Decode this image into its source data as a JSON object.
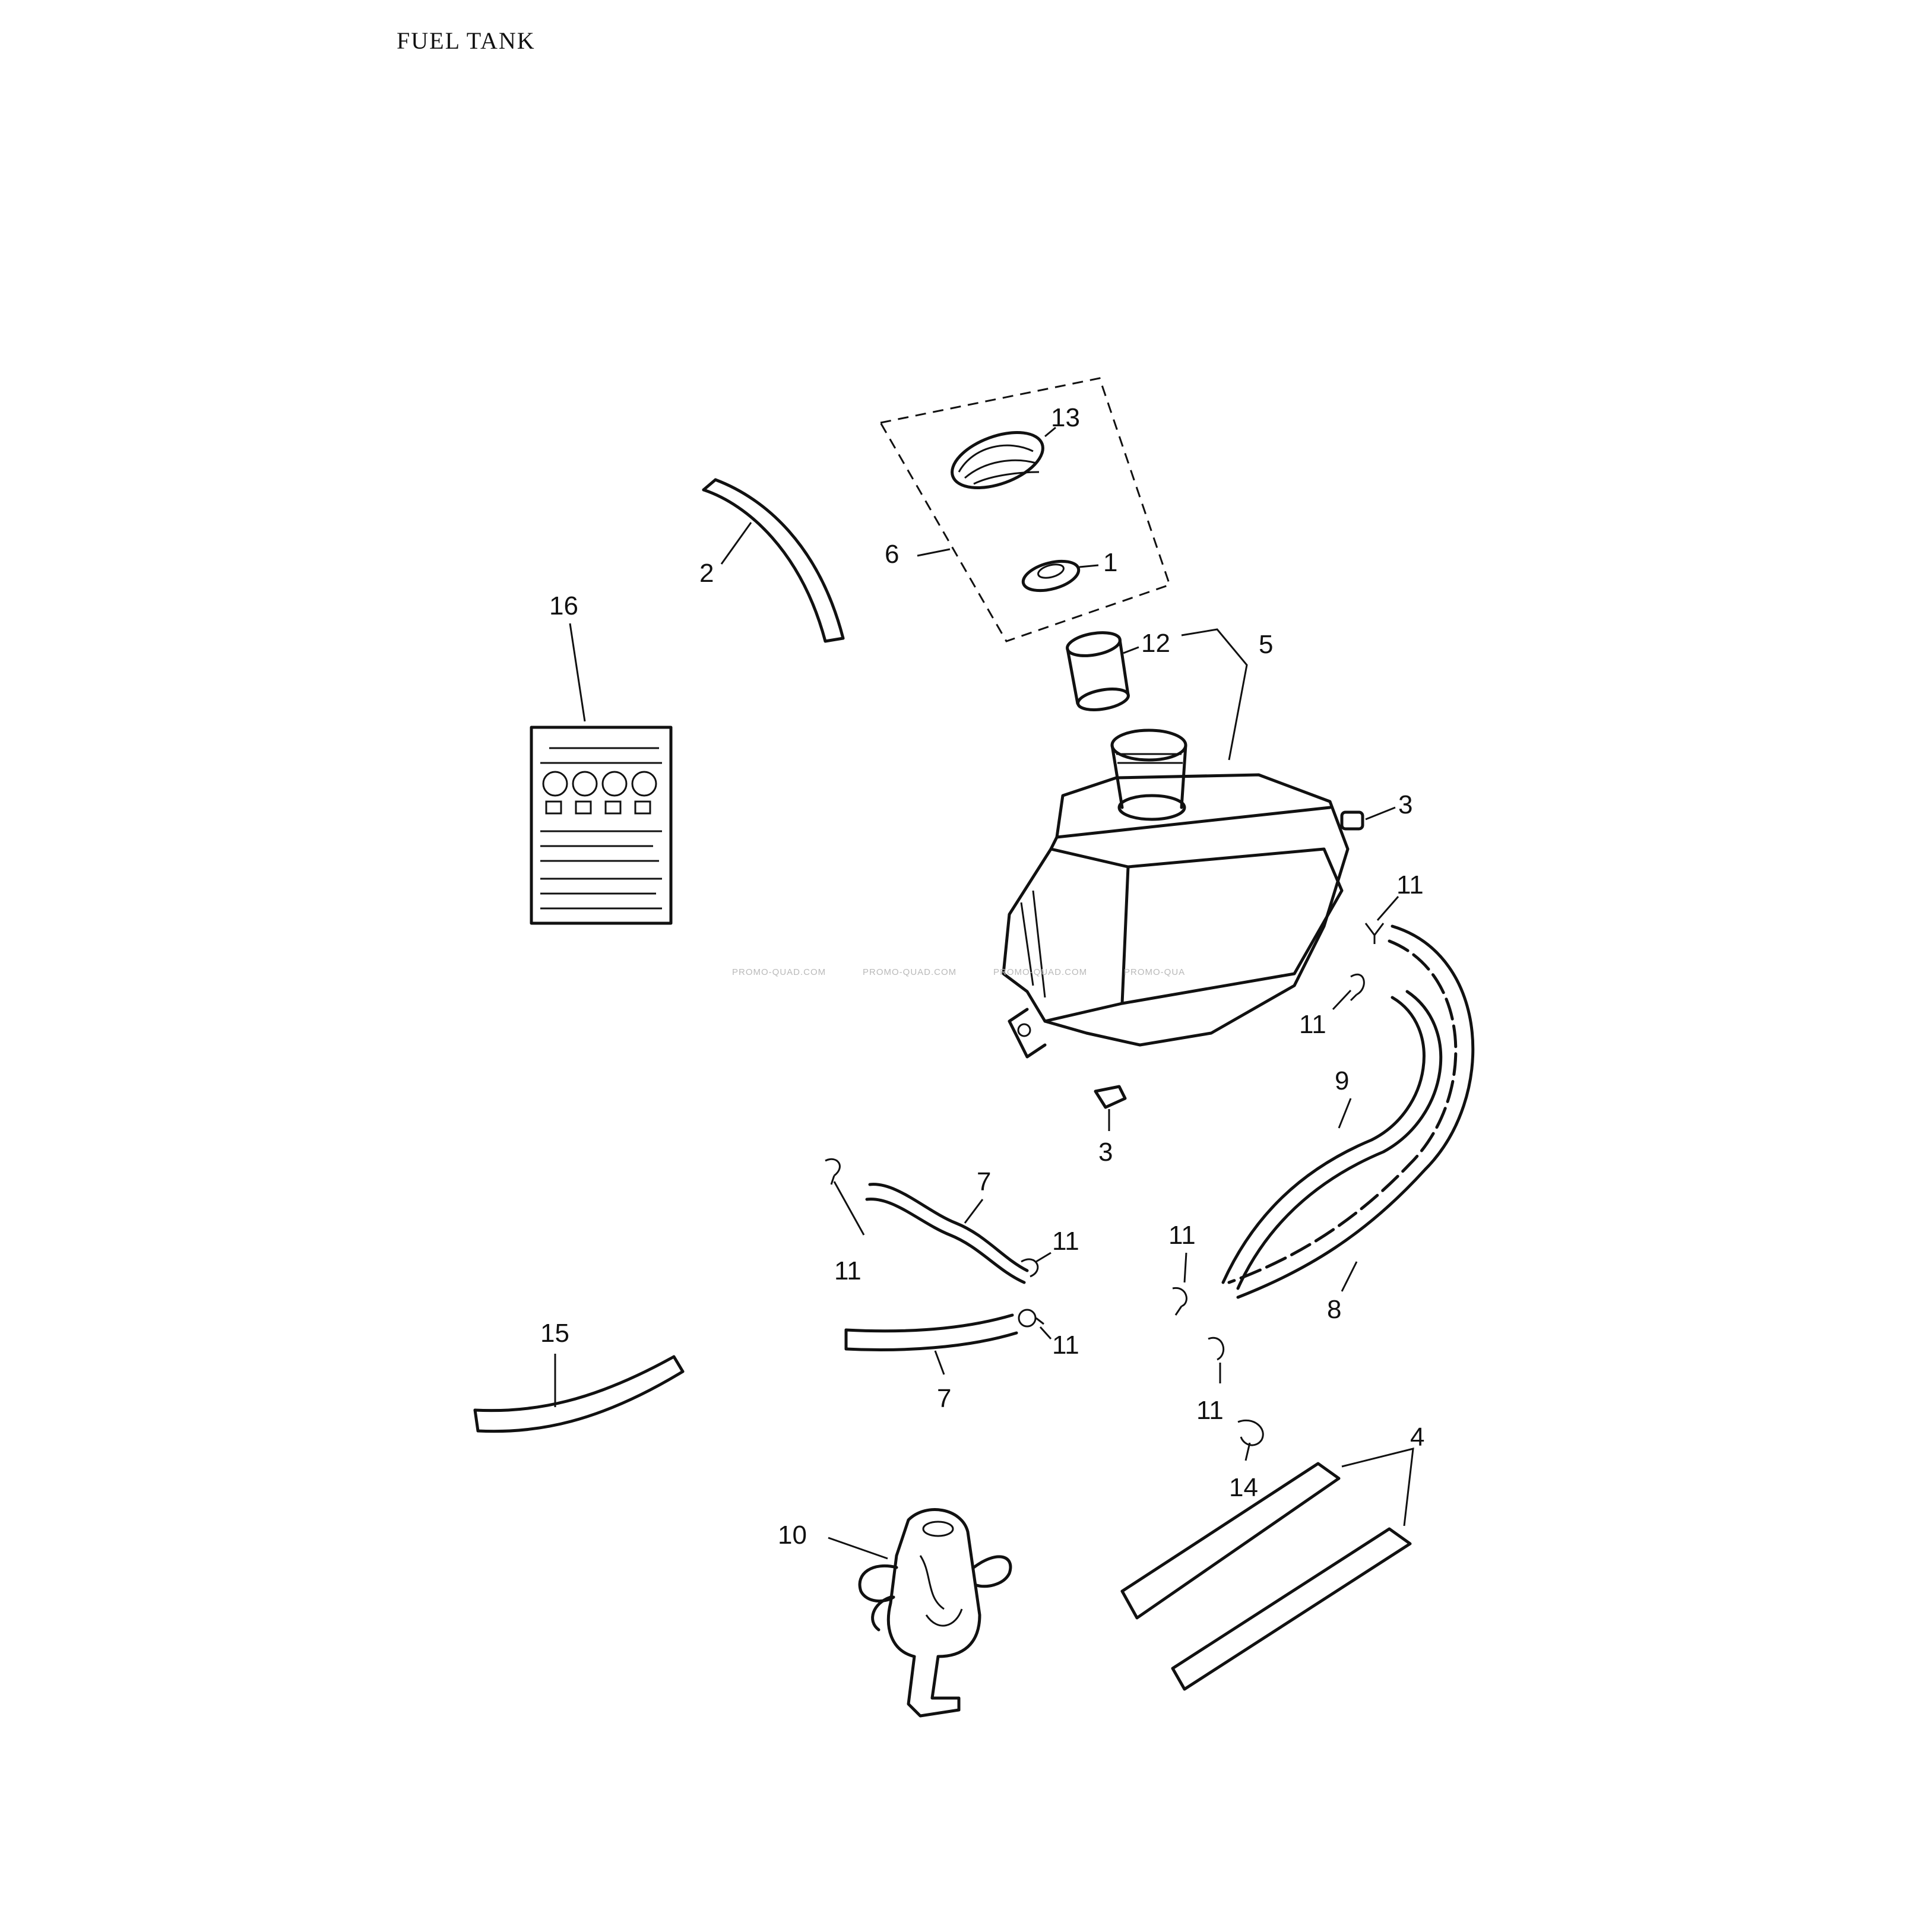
{
  "title": "FUEL TANK",
  "watermark": [
    "PROMO-QUAD.COM",
    "PROMO-QUAD.COM",
    "PROMO-QUAD.COM",
    "PROMO-QUA"
  ],
  "callouts": {
    "c1": "1",
    "c2": "2",
    "c3": "3",
    "c3b": "3",
    "c4": "4",
    "c5": "5",
    "c6": "6",
    "c7a": "7",
    "c7b": "7",
    "c8": "8",
    "c9": "9",
    "c10": "10",
    "c11a": "11",
    "c11b": "11",
    "c11c": "11",
    "c11d": "11",
    "c11e": "11",
    "c11f": "11",
    "c11g": "11",
    "c12": "12",
    "c13": "13",
    "c14": "14",
    "c15": "15",
    "c16": "16"
  },
  "colors": {
    "ink": "#111111",
    "paper": "#ffffff",
    "watermark": "#b9b9b9"
  }
}
